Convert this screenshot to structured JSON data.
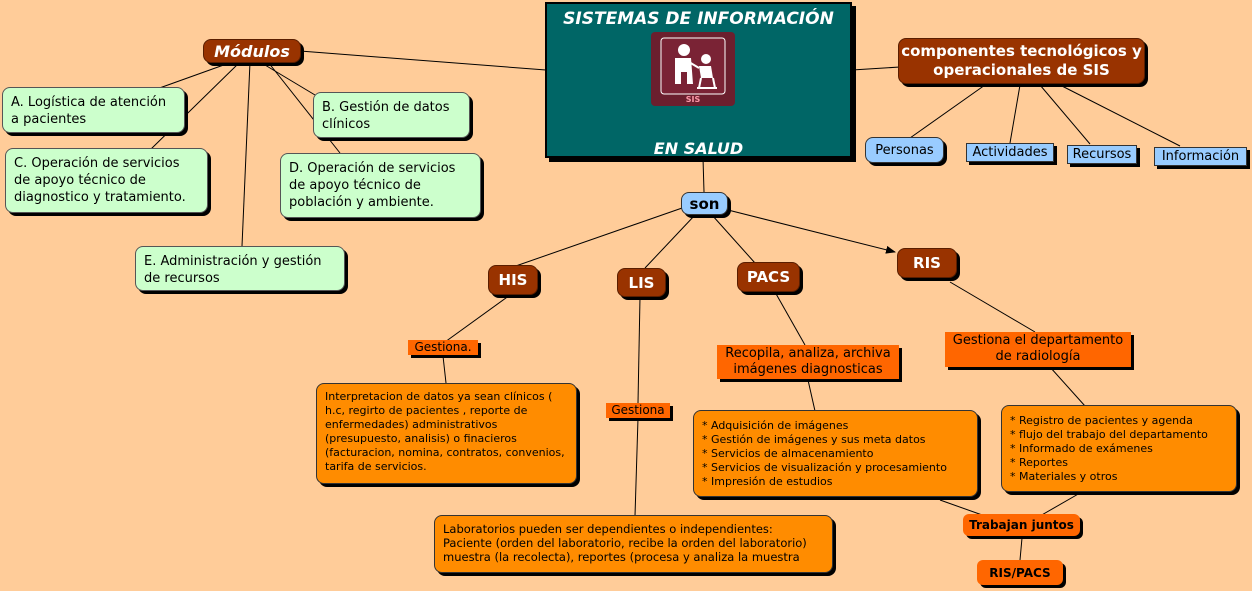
{
  "title_top": "SISTEMAS DE INFORMACIÓN",
  "title_bottom": "EN SALUD",
  "logo_text": "SIS",
  "modulos": {
    "label": "Módulos",
    "items": [
      "A. Logística de atención a pacientes",
      "B. Gestión de datos clínicos",
      "C. Operación de servicios de apoyo técnico de diagnostico y tratamiento.",
      "D. Operación de servicios de apoyo técnico de población y ambiente.",
      "E. Administración y gestión de recursos"
    ]
  },
  "componentes": {
    "label": "componentes tecnológicos y operacionales de SIS",
    "items": [
      "Personas",
      "Actividades",
      "Recursos",
      "Información"
    ]
  },
  "son_label": "son",
  "his": {
    "label": "HIS",
    "verb": "Gestiona.",
    "detail": "Interpretacion de datos ya sean clínicos ( h.c, regirto de pacientes , reporte de enfermedades) administrativos (presupuesto, analisis) o finacieros (facturacion, nomina, contratos, convenios, tarifa de servicios."
  },
  "lis": {
    "label": "LIS",
    "verb": "Gestiona",
    "detail": "Laboratorios pueden ser dependientes o independientes: Paciente (orden del laboratorio, recibe la orden del laboratorio) muestra (la recolecta), reportes (procesa y analiza la muestra"
  },
  "pacs": {
    "label": "PACS",
    "verb": "Recopila, analiza, archiva imágenes diagnosticas",
    "items": [
      "* Adquisición de imágenes",
      "* Gestión de imágenes y sus meta datos",
      "* Servicios de almacenamiento",
      "* Servicios de visualización y procesamiento",
      "* Impresión de estudios"
    ]
  },
  "ris": {
    "label": "RIS",
    "verb": "Gestiona el departamento de radiología",
    "items": [
      "* Registro de pacientes y agenda",
      "* flujo del trabajo del departamento",
      "* Informado de exámenes",
      "* Reportes",
      "* Materiales y otros"
    ]
  },
  "together_label": "Trabajan juntos",
  "rispacs_label": "RIS/PACS",
  "colors": {
    "background": "#ffcc99",
    "center": "#006666",
    "module_box": "#ccffcc",
    "brown_node": "#993300",
    "detail_box": "#ff8c00",
    "verb_label": "#ff6600",
    "blue_node": "#99ccff"
  }
}
